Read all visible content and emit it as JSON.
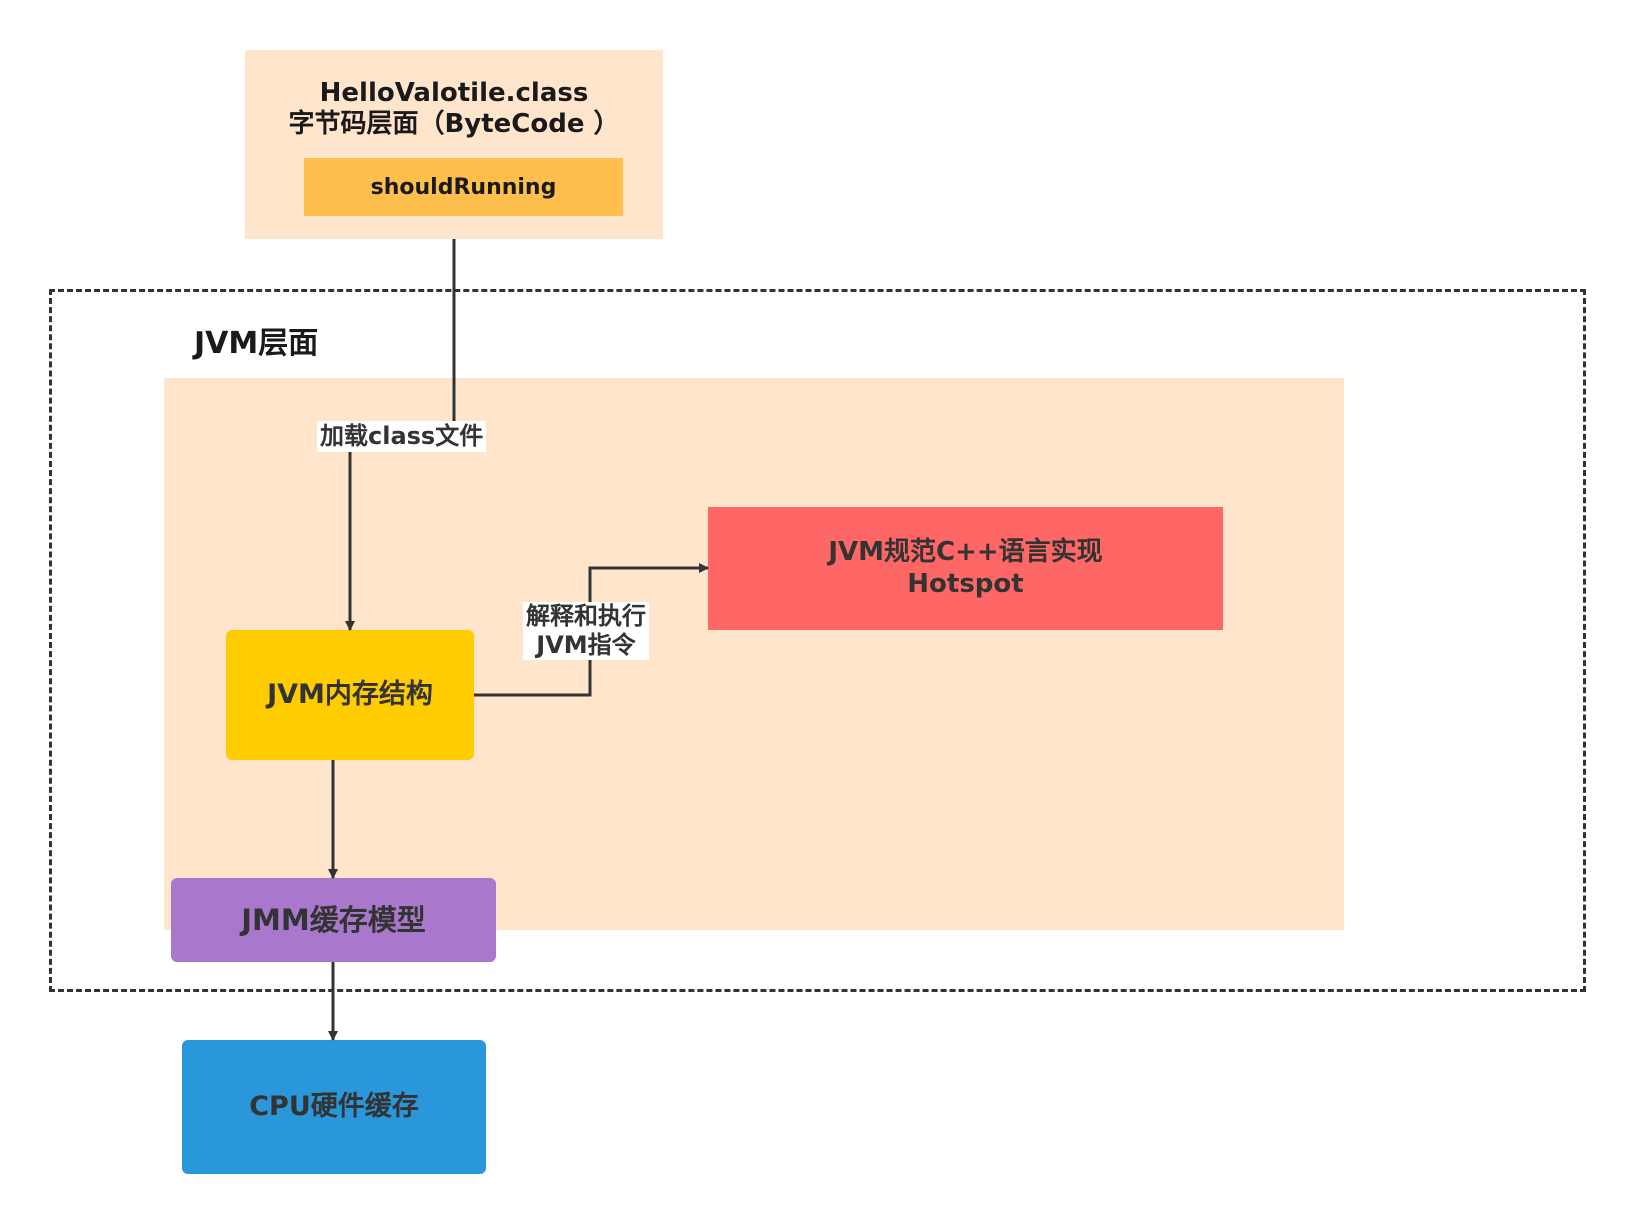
{
  "nodes": {
    "bytecode": {
      "title": "HelloValotile.class",
      "subtitle": "字节码层面（ByteCode ）",
      "field": "shouldRunning"
    },
    "jvm_layer": {
      "label": "JVM层面"
    },
    "jvm_memory": {
      "label": "JVM内存结构"
    },
    "hotspot": {
      "line1": "JVM规范C++语言实现",
      "line2": "Hotspot"
    },
    "jmm": {
      "label": "JMM缓存模型"
    },
    "cpu": {
      "label": "CPU硬件缓存"
    }
  },
  "edges": {
    "load_class": {
      "label": "加载class文件"
    },
    "interpret": {
      "line1": "解释和执行",
      "line2": "JVM指令"
    }
  },
  "colors": {
    "bytecode_bg": "#ffe5cc",
    "field_bg": "#ffbf4d",
    "jvm_inner_bg": "#ffe5cc",
    "jvm_memory": "#ffcc00",
    "hotspot": "#ff6666",
    "jmm": "#a978cc",
    "cpu": "#2997d9",
    "line": "#333333"
  }
}
